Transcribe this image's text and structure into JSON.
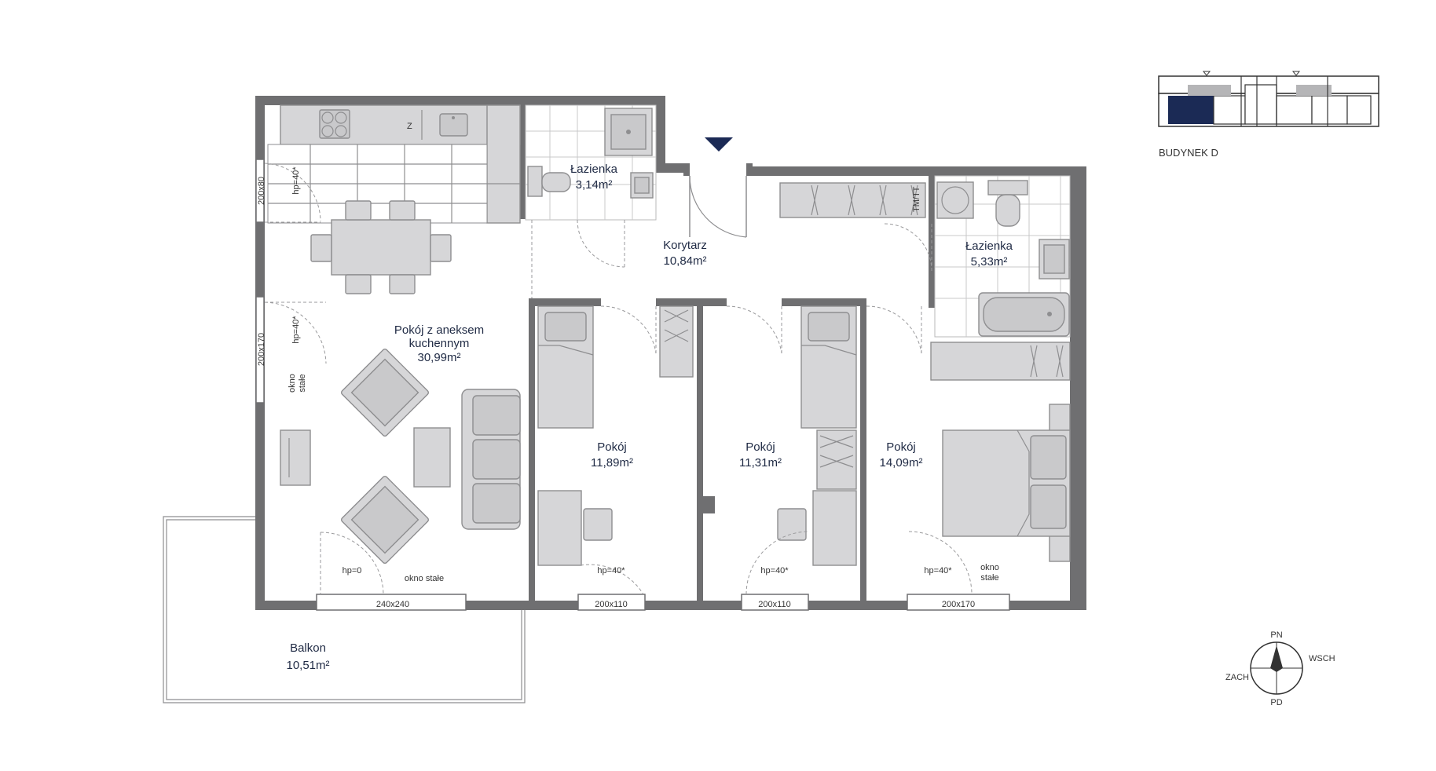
{
  "rooms": {
    "living": {
      "name_line1": "Pokój z aneksem",
      "name_line2": "kuchennym",
      "area": "30,99m²"
    },
    "bath1": {
      "name": "Łazienka",
      "area": "3,14m²"
    },
    "corridor": {
      "name": "Korytarz",
      "area": "10,84m²"
    },
    "bath2": {
      "name": "Łazienka",
      "area": "5,33m²"
    },
    "room1": {
      "name": "Pokój",
      "area": "11,89m²"
    },
    "room2": {
      "name": "Pokój",
      "area": "11,31m²"
    },
    "room3": {
      "name": "Pokój",
      "area": "14,09m²"
    },
    "balcony": {
      "name": "Balkon",
      "area": "10,51m²"
    }
  },
  "windows": {
    "w_left_top": "200x80",
    "w_left_mid": "200x170",
    "w_living_bottom": "240x240",
    "w_room1": "200x110",
    "w_room2": "200x110",
    "w_room3": "200x170"
  },
  "notes": {
    "hp40_left_top": "hp=40*",
    "hp40_left_mid": "hp=40*",
    "okno_stale_left": [
      "okno",
      "stałe"
    ],
    "hp0": "hp=0",
    "okno_stale_bottom": "okno stałe",
    "hp40_room1": "hp=40*",
    "hp40_room2": "hp=40*",
    "hp40_room3": "hp=40*",
    "okno_stale_room3": [
      "okno",
      "stałe"
    ],
    "fridge_letter": "Z",
    "wardrobe_code": "TM/TT"
  },
  "building": {
    "label": "BUDYNEK D"
  },
  "compass": {
    "n": "PN",
    "s": "PD",
    "e": "WSCH",
    "w": "ZACH"
  },
  "colors": {
    "text": "#1f2a44",
    "wall": "#6f6f71",
    "furniture": "#d6d6d8",
    "highlight": "#1b2a55"
  }
}
